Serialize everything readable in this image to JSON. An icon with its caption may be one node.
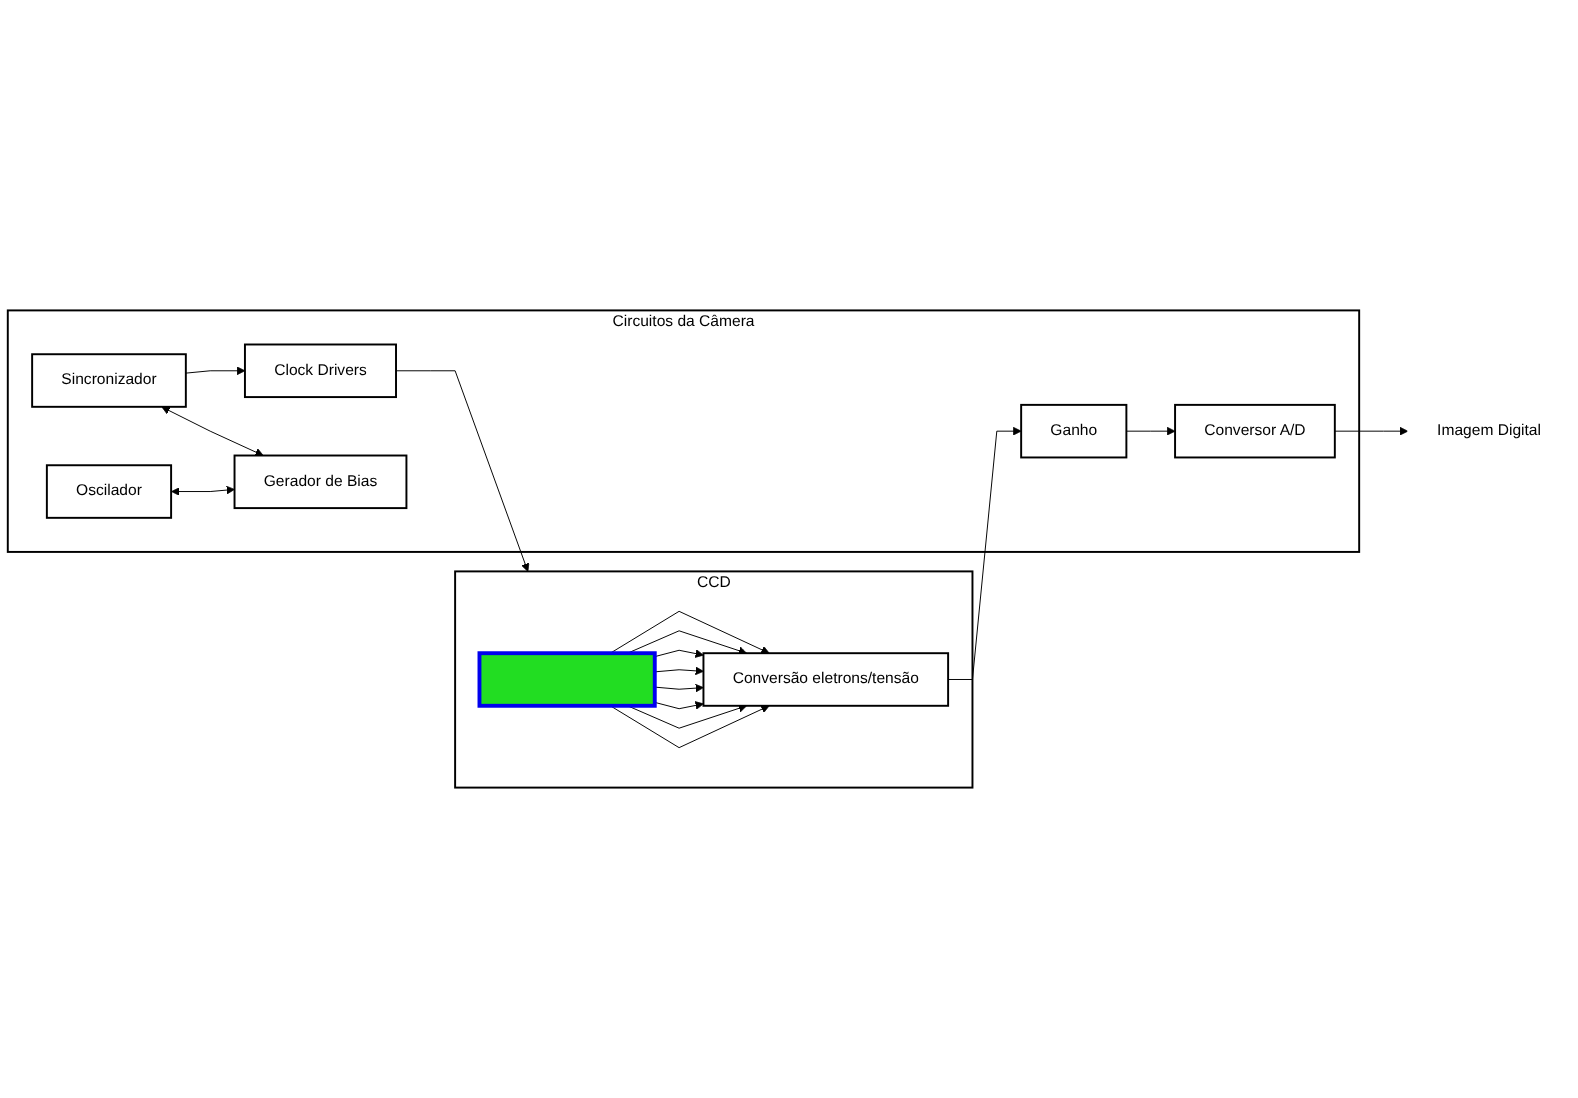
{
  "diagram": {
    "nodes": [
      {
        "text": [
          "CCD"
        ]
      },
      {
        "text": [],
        "shape": "box",
        "in": 0
      },
      {
        "text": [
          "Conversão eletrons/tensão"
        ],
        "in": 0
      },
      {
        "text": [
          "Circuitos da Câmera"
        ]
      },
      {
        "text": [
          "Clock Drivers"
        ],
        "in": 3
      },
      {
        "text": [
          "Sincronizador"
        ],
        "in": 3
      },
      {
        "text": [
          "Oscilador"
        ],
        "in": 3
      },
      {
        "text": [
          "Gerador de Bias"
        ],
        "in": 3
      },
      {
        "text": [
          "Ganho"
        ],
        "in": 3
      },
      {
        "text": [
          "Conversor A/D"
        ],
        "in": 3
      },
      {
        "text": [
          "Imagem Digital"
        ]
      }
    ],
    "edges": [
      {
        "from": 5,
        "to": 4,
        "arrow": "to"
      },
      {
        "from": 4,
        "to": 0,
        "arrow": "to"
      },
      {
        "from": 5,
        "to": 7,
        "arrow": "both"
      },
      {
        "from": 6,
        "to": 7,
        "arrow": "both"
      },
      {
        "from": 1,
        "to": 2,
        "arrow": "to"
      },
      {
        "from": 1,
        "to": 2,
        "arrow": "to"
      },
      {
        "from": 1,
        "to": 2,
        "arrow": "to"
      },
      {
        "from": 1,
        "to": 2,
        "arrow": "to"
      },
      {
        "from": 1,
        "to": 2,
        "arrow": "to"
      },
      {
        "from": 1,
        "to": 2,
        "arrow": "to"
      },
      {
        "from": 1,
        "to": 2,
        "arrow": "to"
      },
      {
        "from": 1,
        "to": 2,
        "arrow": "to"
      },
      {
        "from": 2,
        "to": 8,
        "arrow": "to"
      },
      {
        "from": 8,
        "to": 9,
        "arrow": "to"
      },
      {
        "from": 9,
        "to": 10,
        "arrow": "to"
      }
    ]
  }
}
